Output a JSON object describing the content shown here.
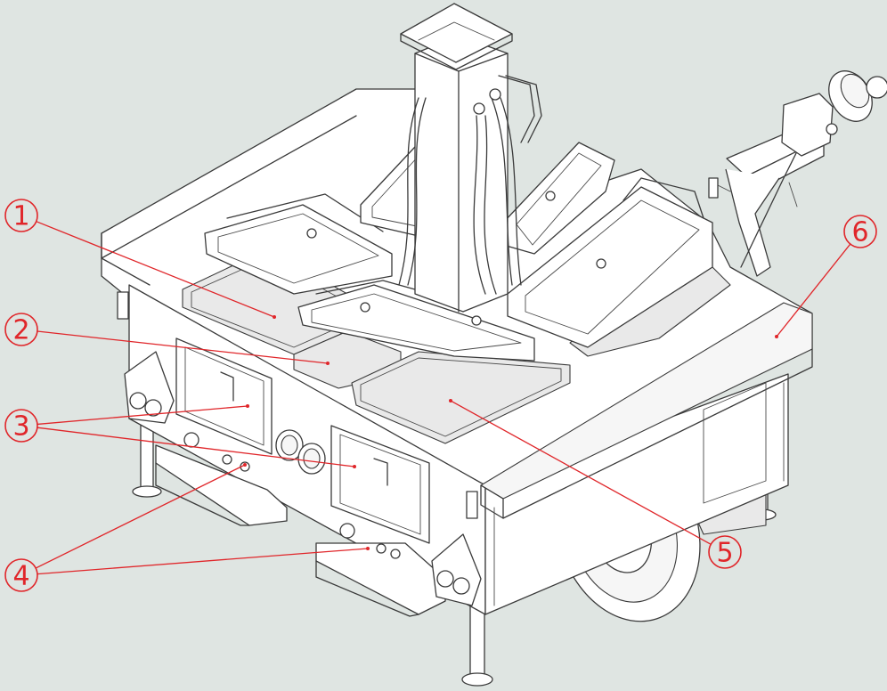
{
  "colors": {
    "background": "#dfe5e2",
    "callout": "#e0262a",
    "line": "#3a3a3a",
    "fill": "#ffffff"
  },
  "callouts": [
    {
      "label": "1"
    },
    {
      "label": "2"
    },
    {
      "label": "3"
    },
    {
      "label": "4"
    },
    {
      "label": "5"
    },
    {
      "label": "6"
    }
  ]
}
